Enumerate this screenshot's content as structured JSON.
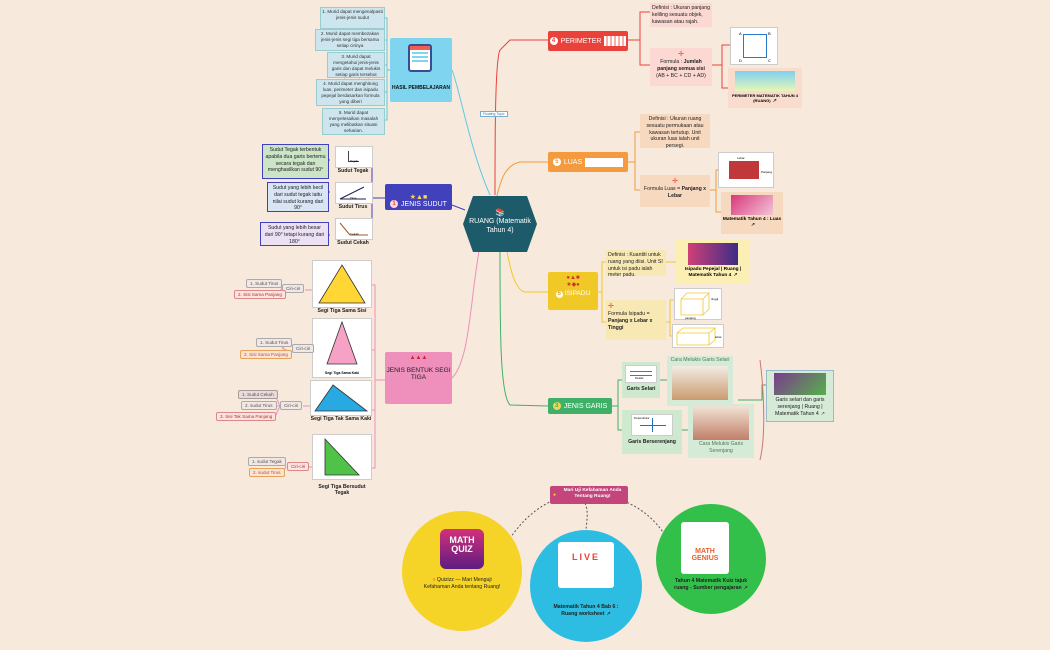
{
  "center": {
    "title": "RUANG (Matematik Tahun 4)",
    "icon": "book-icon"
  },
  "connector_label": "Floating Topic",
  "hasil": {
    "title": "HASIL PEMBELAJARAN",
    "items": [
      "1. Murid dapat mengenalpasti jenis-jenis sudut",
      "2. Murid dapat membezakan jenis-jenis segi tiga bersama setiap cirinya",
      "3. Murid dapat mengetahui jenis-jenis garis dan dapat melukis setiap garis tersebut dengan betul.",
      "4. Murid dapat menghitung luas, perimeter dan isipadu pepejal berdasarkan formula yang diberi",
      "5. Murid dapat menyelesaikan masalah yang melibatkan situasi seharian."
    ]
  },
  "sudut": {
    "title": "JENIS SUDUT",
    "number": "1",
    "items": [
      {
        "label": "Sudut Tegak",
        "desc": "Sudut Tegak terbentuk apabila dua garis bertemu secara tegak dan menghasilkan sudut 90°",
        "img": "Tegak"
      },
      {
        "label": "Sudut Tirus",
        "desc": "Sudut yang lebih kecil dari sudut tegak iaitu nilai sudut kurang dari 90°",
        "img": "Tirus"
      },
      {
        "label": "Sudut Cekah",
        "desc": "Sudut yang lebih besar dari 90° tetapi kurang dari 180°",
        "img": "Cekah"
      }
    ]
  },
  "segitiga": {
    "title": "JENIS BENTUK SEGI TIGA",
    "ciri_label": "Ciri-ciri",
    "items": [
      {
        "label": "Segi Tiga Sama Sisi",
        "traits": [
          "1. Sudut Tirus",
          "2. Sisi Sama Panjang"
        ]
      },
      {
        "label": "Segi Tiga Sama Kaki",
        "inner": "Segi Tiga Sama Kaki",
        "traits": [
          "1. Sudut Tirus",
          "2. Sisi Sama Panjang"
        ]
      },
      {
        "label": "Segi Tiga Tak Sama Kaki",
        "traits": [
          "1. Sudut Cekah",
          "2. sudut Tirus",
          "3. Sisi Tak Sama Panjang"
        ]
      },
      {
        "label": "Segi Tiga Bersudut Tegak",
        "traits": [
          "1. sudut Tegak",
          "2. sudut Tirus"
        ]
      }
    ]
  },
  "perimeter": {
    "title": "PERIMETER",
    "number": "4",
    "definition": "Definisi : Ukuran panjang keliling sesuatu objek, kawasan atau rajah.",
    "formula_prefix": "Formula : ",
    "formula_bold": "Jumlah panjang semua sisi",
    "formula_suffix": "(AB + BC + CD + AD)",
    "square_labels": [
      "A",
      "B",
      "C",
      "D"
    ],
    "video_label": "PERIMETER MATEMATIK TAHUN 4 (RUANG)"
  },
  "luas": {
    "title": "LUAS",
    "number": "5",
    "definition": "Definisi : Ukuran ruang sesuatu permukaan atau kawasan tertutup. Unit ukuran luas ialah unit persegi.",
    "formula_prefix": "Formula Luas = ",
    "formula_bold": "Panjang x Lebar",
    "rect_labels": [
      "Lebar",
      "Panjang"
    ],
    "video_label": "Matematik Tahun 4 : Luas"
  },
  "isipadu": {
    "title": "ISIPADU",
    "number": "6",
    "definition": "Definisi : Kuantiti untuk ruang yang diisi. Unit SI untuk isi padu ialah meter padu.",
    "video_label": "Isipadu Pepejal | Ruang | Matematik Tahun 4",
    "formula_prefix": "Formula Isipadu = ",
    "formula_bold": "Panjang x Lebar x Tinggi",
    "box_labels": [
      "tinggi",
      "panjang",
      "lebar"
    ]
  },
  "garis": {
    "title": "JENIS GARIS",
    "number": "3",
    "items": [
      {
        "label": "Garis Selari",
        "link": "Cara Melukis Garis Selari",
        "img": "Parallel"
      },
      {
        "label": "Garis Berserenjang",
        "link": "Cara Melukis Garis Serenjang",
        "img": "Perpendicular"
      }
    ],
    "extra": "Garis selari dan garis serenjang | Ruang | Matematik Tahun 4"
  },
  "quiz": {
    "title": "Mari Uji Kefahaman Anda Tentang Ruang!",
    "circles": [
      {
        "label": "Quizizz — Mari Menguji Kefahaman Anda tentang Ruang!",
        "color": "#f5d327",
        "logo": "MATH QUIZ"
      },
      {
        "label": "Matematik Tahun 4 Bab 6 : Ruang worksheet",
        "color": "#2dbde2",
        "logo": "LIVE"
      },
      {
        "label": "Tahun 4 Matematik Kuiz tajuk ruang - Sumber pengajaran",
        "color": "#33c04a",
        "logo": "MATH GENIUS"
      }
    ]
  },
  "colors": {
    "center": "#1e5b6a",
    "perimeter": "#e8423b",
    "luas": "#f39b3e",
    "isipadu": "#f1c926",
    "garis": "#3fb067",
    "sudut": "#4141bb",
    "segitiga": "#ef8fbb",
    "hasil": "#7fd4f0",
    "quiz": "#c3457b"
  }
}
